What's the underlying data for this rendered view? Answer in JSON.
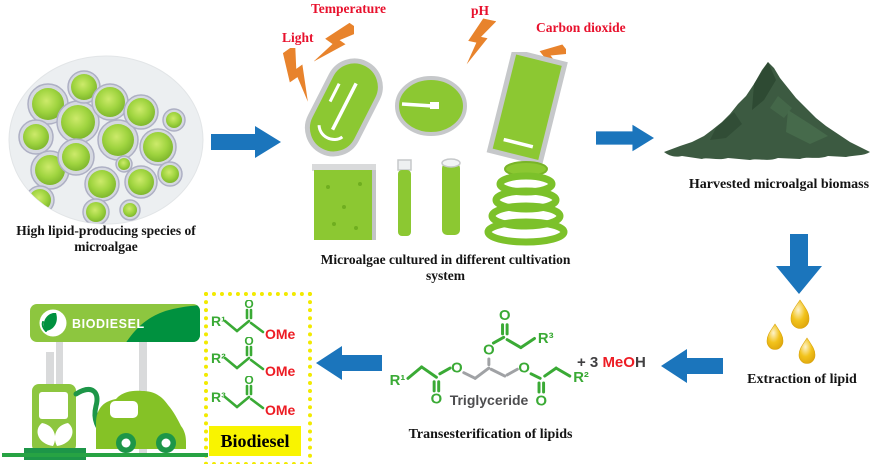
{
  "stage1": {
    "caption_line1": "High lipid-producing species of",
    "caption_line2": "microalgae"
  },
  "stress_factors": {
    "light": "Light",
    "temperature": "Temperature",
    "ph": "pH",
    "co2": "Carbon dioxide"
  },
  "stage2": {
    "caption_line1": "Microalgae cultured in different cultivation",
    "caption_line2": "system"
  },
  "stage3": {
    "caption": "Harvested microalgal biomass"
  },
  "stage4": {
    "caption": "Extraction of lipid"
  },
  "stage5": {
    "caption": "Transesterification of lipids",
    "molecule_label": "Triglyceride",
    "reagent_prefix": "+ 3 ",
    "reagent_red": "MeO",
    "reagent_suffix": "H",
    "r1": "R¹",
    "r2": "R²",
    "r3": "R³",
    "oxygen": "O"
  },
  "stage6": {
    "box_label": "Biodiesel",
    "esters": [
      {
        "r": "R¹",
        "o": "O",
        "ome": "OMe"
      },
      {
        "r": "R²",
        "o": "O",
        "ome": "OMe"
      },
      {
        "r": "R³",
        "o": "O",
        "ome": "OMe"
      }
    ]
  },
  "station": {
    "sign": "BIODIESEL"
  },
  "colors": {
    "arrow_blue": "#1b75bc",
    "stress_red": "#e8112d",
    "bolt_orange": "#e8832c",
    "chem_green": "#3aaa35",
    "chem_red": "#ed1c24",
    "chem_gray": "#a0a2a5",
    "algae_green": "#8cc832",
    "station_green": "#8dc63f",
    "station_dark_green": "#00913f",
    "biomass_green": "#3c5a41",
    "highlight_yellow": "#f9f400",
    "droplet_gold": "#f2c31c"
  }
}
